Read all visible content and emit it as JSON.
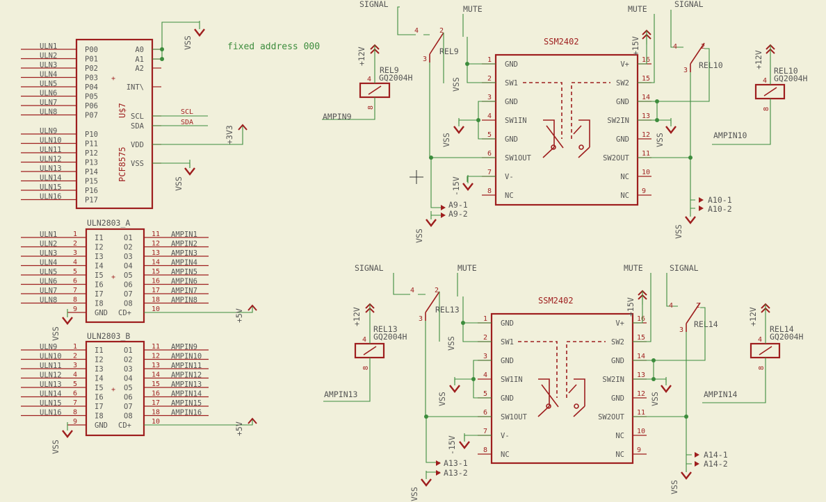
{
  "annotation": "fixed address 000",
  "colors": {
    "background": "#f1f0db",
    "wire": "#3c8c3c",
    "component": "#9e1e1e",
    "text": "#555555"
  },
  "labels": {
    "vss": "VSS",
    "v3v3": "+3V3",
    "v5v": "+5V",
    "v12v": "+12V",
    "v15p": "+15V",
    "v15m": "-15V",
    "signal": "SIGNAL",
    "mute": "MUTE"
  },
  "pcf": {
    "name": "U$7",
    "value": "PCF8575",
    "left_pins": [
      "P00",
      "P01",
      "P02",
      "P03",
      "P04",
      "P05",
      "P06",
      "P07",
      "P10",
      "P11",
      "P12",
      "P13",
      "P14",
      "P15",
      "P16",
      "P17"
    ],
    "right_pins": [
      "A0",
      "A1",
      "A2",
      "INT\\",
      "SCL",
      "SDA",
      "VDD",
      "VSS"
    ],
    "nets_left": [
      "ULN1",
      "ULN2",
      "ULN3",
      "ULN4",
      "ULN5",
      "ULN6",
      "ULN7",
      "ULN8",
      "ULN9",
      "ULN10",
      "ULN11",
      "ULN12",
      "ULN13",
      "ULN14",
      "ULN15",
      "ULN16"
    ],
    "nets_right": {
      "scl": "SCL",
      "sda": "SDA"
    }
  },
  "uln_a": {
    "name": "ULN2803_A",
    "in_labels": [
      "I1",
      "I2",
      "I3",
      "I4",
      "I5",
      "I6",
      "I7",
      "I8"
    ],
    "out_labels": [
      "O1",
      "O2",
      "O3",
      "O4",
      "O5",
      "O6",
      "O7",
      "O8"
    ],
    "in_nums": [
      "1",
      "2",
      "3",
      "4",
      "5",
      "6",
      "7",
      "8"
    ],
    "out_nums": [
      "11",
      "12",
      "13",
      "14",
      "15",
      "16",
      "17",
      "18"
    ],
    "gnd": "GND",
    "gnd_num": "9",
    "cd": "CD+",
    "cd_num": "10",
    "in_nets": [
      "ULN1",
      "ULN2",
      "ULN3",
      "ULN4",
      "ULN5",
      "ULN6",
      "ULN7",
      "ULN8"
    ],
    "out_nets": [
      "AMPIN1",
      "AMPIN2",
      "AMPIN3",
      "AMPIN4",
      "AMPIN5",
      "AMPIN6",
      "AMPIN7",
      "AMPIN8"
    ]
  },
  "uln_b": {
    "name": "ULN2803_B",
    "in_labels": [
      "I1",
      "I2",
      "I3",
      "I4",
      "I5",
      "I6",
      "I7",
      "I8"
    ],
    "out_labels": [
      "O1",
      "O2",
      "O3",
      "O4",
      "O5",
      "O6",
      "O7",
      "O8"
    ],
    "in_nums": [
      "1",
      "2",
      "3",
      "4",
      "5",
      "6",
      "7",
      "8"
    ],
    "out_nums": [
      "11",
      "12",
      "13",
      "14",
      "15",
      "16",
      "17",
      "18"
    ],
    "gnd": "GND",
    "gnd_num": "9",
    "cd": "CD+",
    "cd_num": "10",
    "in_nets": [
      "ULN9",
      "ULN10",
      "ULN11",
      "ULN12",
      "ULN13",
      "ULN14",
      "ULN15",
      "ULN16"
    ],
    "out_nets": [
      "AMPIN9",
      "AMPIN10",
      "AMPIN11",
      "AMPIN12",
      "AMPIN13",
      "AMPIN14",
      "AMPIN15",
      "AMPIN16"
    ]
  },
  "ssm_pins": {
    "left_labels": [
      "GND",
      "SW1",
      "GND",
      "SW1IN",
      "GND",
      "SW1OUT",
      "V-",
      "NC"
    ],
    "left_nums": [
      "1",
      "2",
      "3",
      "4",
      "5",
      "6",
      "7",
      "8"
    ],
    "right_labels": [
      "V+",
      "SW2",
      "GND",
      "SW2IN",
      "GND",
      "SW2OUT",
      "NC",
      "NC"
    ],
    "right_nums": [
      "16",
      "15",
      "14",
      "13",
      "12",
      "11",
      "10",
      "9"
    ]
  },
  "ssm1": {
    "value": "SSM2402"
  },
  "ssm2": {
    "value": "SSM2402"
  },
  "relays": {
    "rel9": {
      "name": "REL9",
      "value": "GQ2004H",
      "coil": "AMPIN9",
      "switch": "REL9"
    },
    "rel10": {
      "name": "REL10",
      "value": "GQ2004H",
      "coil": "AMPIN10",
      "switch": "REL10"
    },
    "rel13": {
      "name": "REL13",
      "value": "GQ2004H",
      "coil": "AMPIN13",
      "switch": "REL13"
    },
    "rel14": {
      "name": "REL14",
      "value": "GQ2004H",
      "coil": "AMPIN14",
      "switch": "REL14"
    }
  },
  "relay_pins": {
    "p1": "1",
    "p2": "2",
    "p3": "3",
    "p4": "4",
    "p8": "8"
  },
  "outputs": {
    "a9": [
      "A9-1",
      "A9-2"
    ],
    "a10": [
      "A10-1",
      "A10-2"
    ],
    "a13": [
      "A13-1",
      "A13-2"
    ],
    "a14": [
      "A14-1",
      "A14-2"
    ]
  }
}
